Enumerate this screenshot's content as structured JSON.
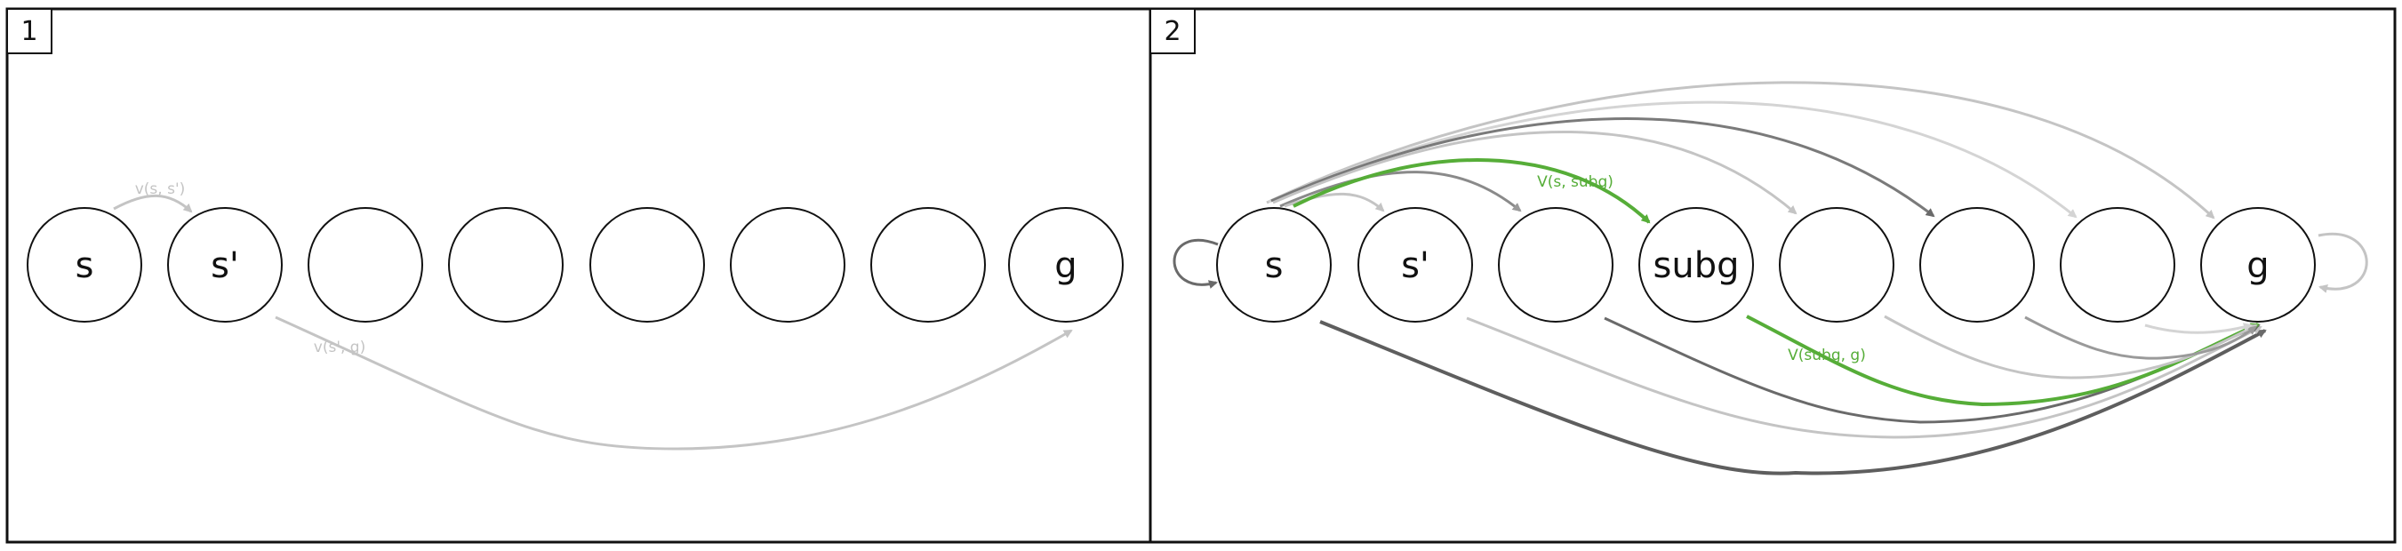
{
  "panels": [
    {
      "number": "1",
      "nodes": [
        "s",
        "s'",
        "",
        "",
        "",
        "",
        "",
        "g"
      ],
      "edge_labels": {
        "s_to_sprime": "v(s, s')",
        "sprime_to_g": "v(s', g)"
      }
    },
    {
      "number": "2",
      "nodes": [
        "s",
        "s'",
        "",
        "subg",
        "",
        "",
        "",
        "g"
      ],
      "edge_labels": {
        "s_to_subg": "V(s, subg)",
        "subg_to_g": "V(subg, g)"
      }
    }
  ],
  "colors": {
    "highlight_edge": "#56ad38",
    "dark_edge": "#6a6a6a",
    "mid_edge": "#9a9a9a",
    "light_edge": "#c4c4c4",
    "faint_edge": "#d4d4d4",
    "node_stroke": "#111111"
  }
}
